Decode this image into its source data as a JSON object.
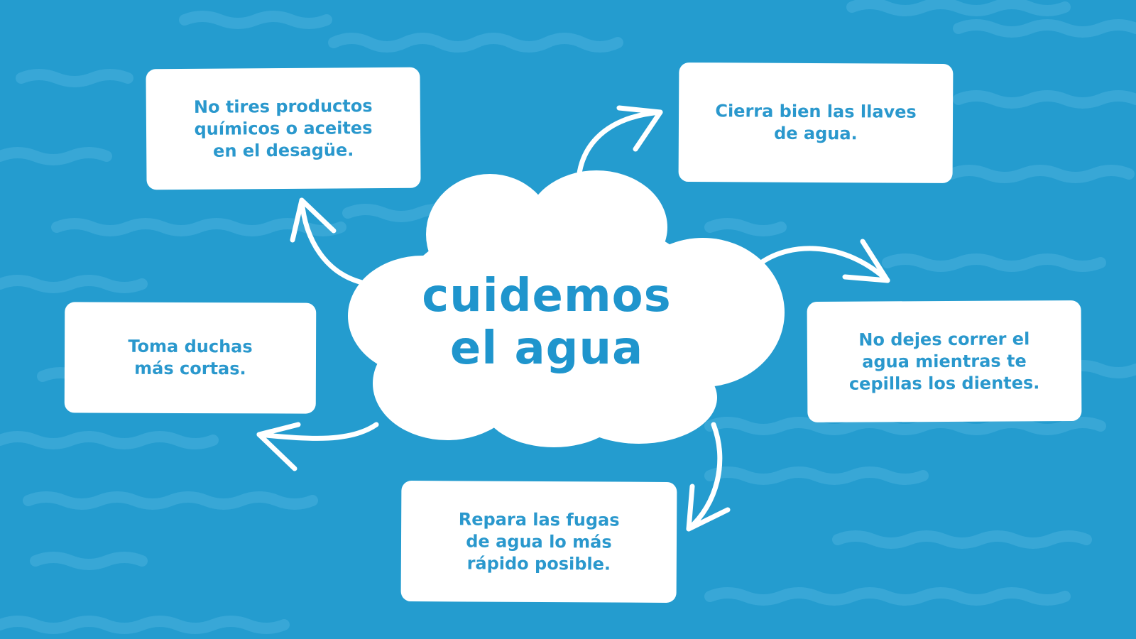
{
  "title": {
    "line1": "cuidemos",
    "line2": "el agua"
  },
  "tips": {
    "quimicos": [
      "No tires productos",
      "químicos o aceites",
      "en el desagüe."
    ],
    "llaves": [
      "Cierra bien las llaves",
      "de agua."
    ],
    "duchas": [
      "Toma duchas",
      "más cortas."
    ],
    "dientes": [
      "No dejes correr el",
      "agua mientras te",
      "cepillas los dientes."
    ],
    "fugas": [
      "Repara las fugas",
      "de agua lo más",
      "rápido posible."
    ]
  },
  "colors": {
    "background": "#249ccf",
    "wave": "#3fabd9",
    "text": "#2a98cd",
    "card": "#ffffff"
  },
  "icons": {
    "center": "cloud-shape",
    "connectors": "curved-arrow-icon"
  }
}
